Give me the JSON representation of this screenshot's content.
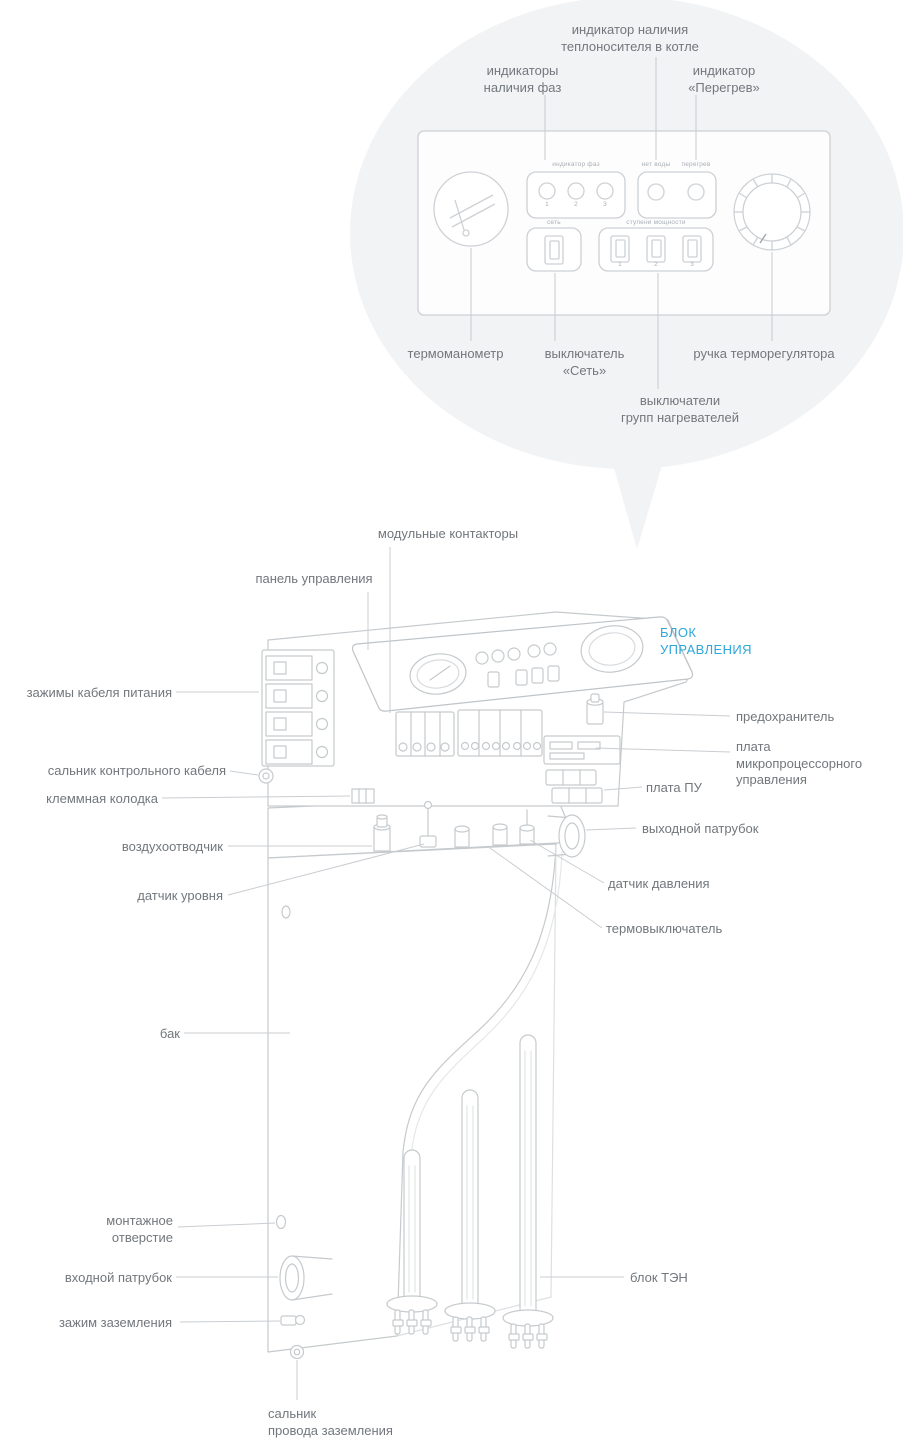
{
  "accent_color": "#2ea7d9",
  "line_color": "#c7cbcf",
  "callout": {
    "top_labels": {
      "coolant": "индикатор наличия\nтеплоносителя в котле",
      "phases": "индикаторы\nналичия фаз",
      "overheat": "индикатор\n«Перегрев»"
    },
    "bottom_labels": {
      "thermomanometer": "термоманометр",
      "power_switch": "выключатель\n«Сеть»",
      "thermostat_knob": "ручка терморегулятора",
      "heater_switches": "выключатели\nгрупп нагревателей"
    },
    "panel": {
      "phases_title": "индикатор фаз",
      "no_water_title": "нет воды",
      "overheat_title": "перегрев",
      "net_title": "сеть",
      "stages_title": "ступени мощности",
      "phase_numbers": [
        "1",
        "2",
        "3"
      ],
      "stage_numbers": [
        "1",
        "2",
        "3"
      ]
    }
  },
  "boiler": {
    "labels": {
      "contactors": "модульные контакторы",
      "control_panel": "панель управления",
      "control_unit": "БЛОК\nУПРАВЛЕНИЯ",
      "power_clamps": "зажимы кабеля питания",
      "fuse": "предохранитель",
      "control_cable_gland": "сальник контрольного кабеля",
      "mcu_board": "плата\nмикропроцессорного\nуправления",
      "terminal_block": "клеммная колодка",
      "pu_board": "плата ПУ",
      "air_vent": "воздухоотводчик",
      "outlet_pipe": "выходной патрубок",
      "level_sensor": "датчик уровня",
      "pressure_sensor": "датчик давления",
      "thermal_switch": "термовыключатель",
      "tank": "бак",
      "mounting_hole": "монтажное\nотверстие",
      "inlet_pipe": "входной патрубок",
      "heating_block": "блок ТЭН",
      "ground_clamp": "зажим заземления",
      "ground_wire_gland": "сальник\nпровода заземления"
    }
  }
}
